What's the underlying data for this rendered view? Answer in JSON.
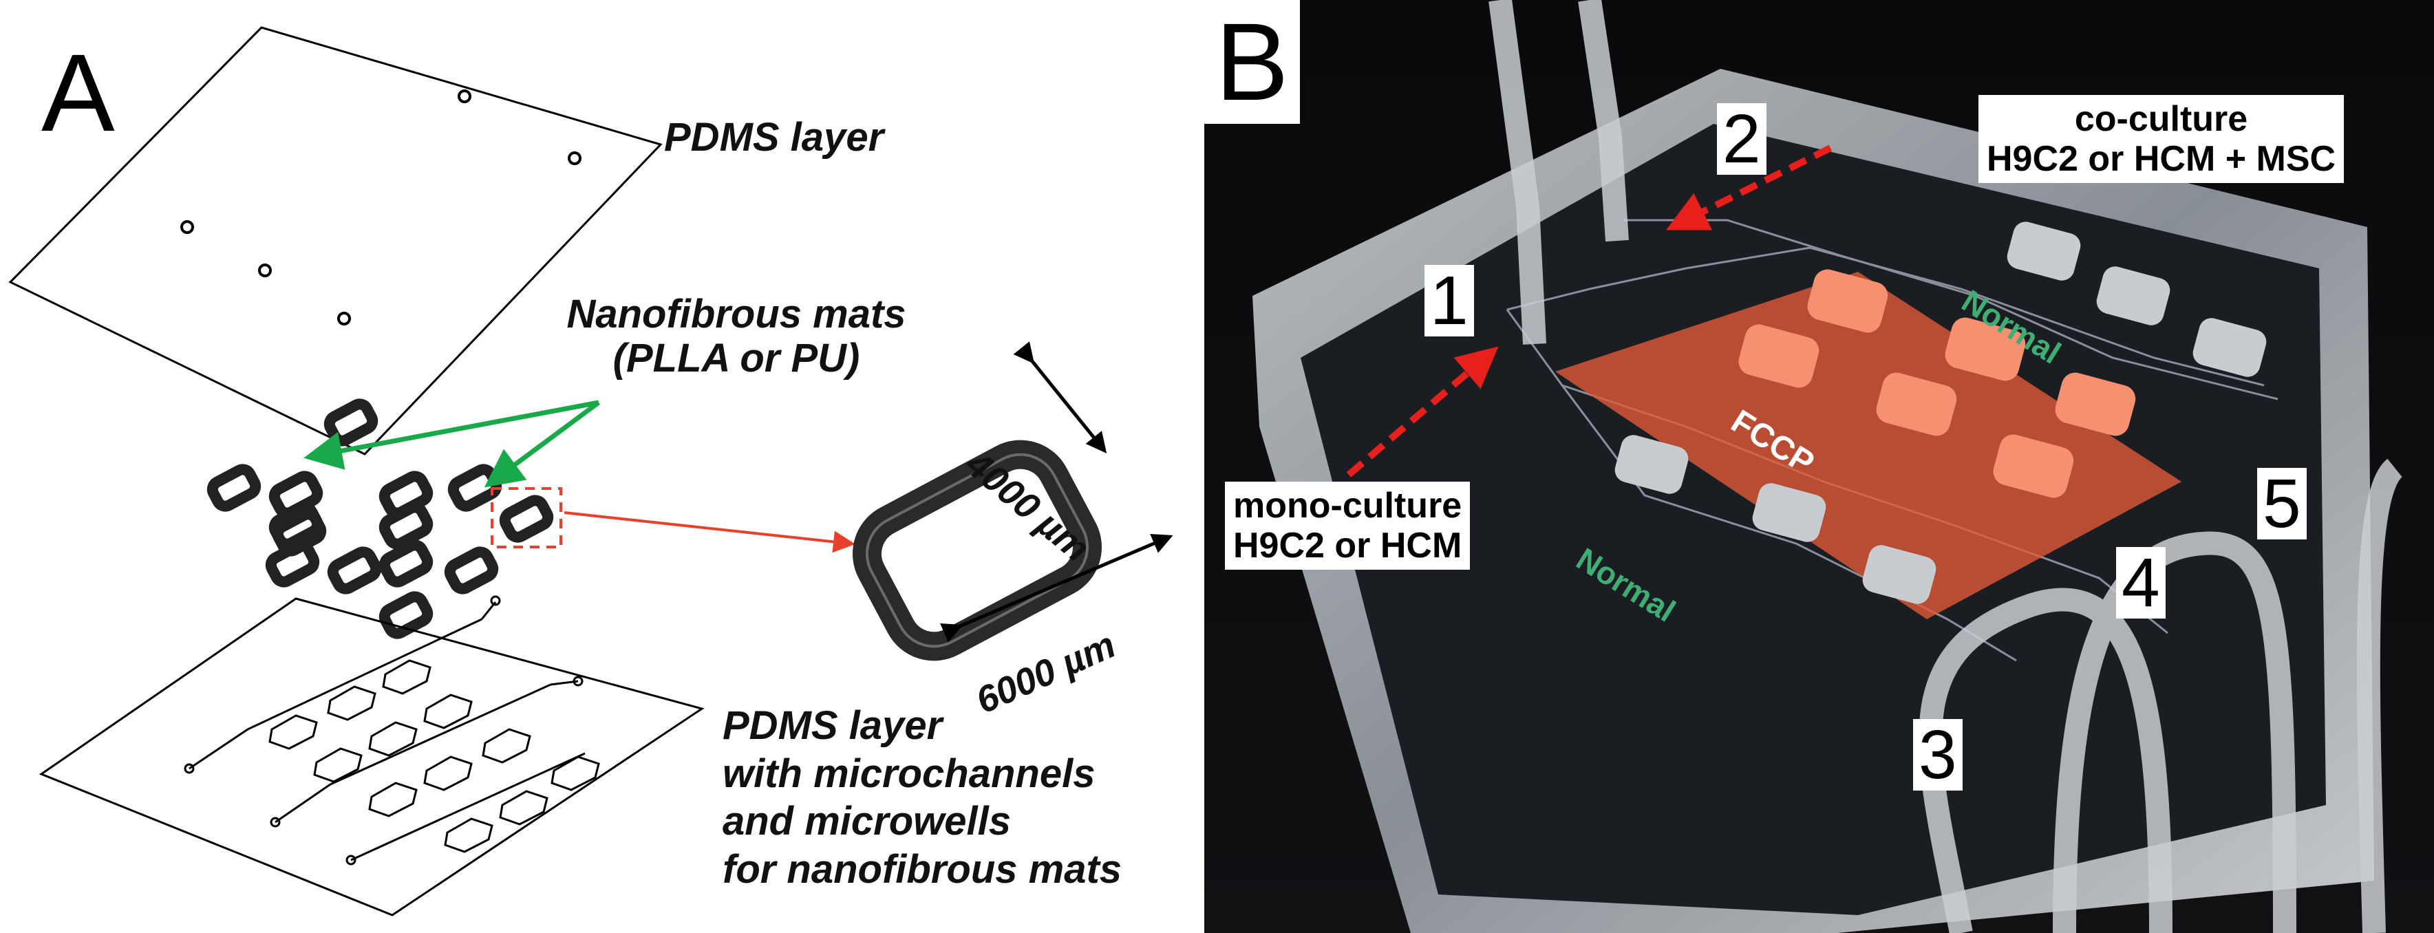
{
  "panel_a": {
    "letter": "A",
    "top_layer_label": "PDMS layer",
    "mats_label_line1": "Nanofibrous mats",
    "mats_label_line2": "(PLLA or PU)",
    "dim_width": "4000 µm",
    "dim_length": "6000 µm",
    "bottom_layer_line1": "PDMS layer",
    "bottom_layer_line2": "with microchannels",
    "bottom_layer_line3": "and microwells",
    "bottom_layer_line4": "for nanofibrous mats",
    "colors": {
      "arrow_green": "#19a94a",
      "arrow_red": "#e8402a",
      "highlight_box": "#e8402a"
    }
  },
  "panel_b": {
    "letter": "B",
    "coculture_line1": "co-culture",
    "coculture_line2": "H9C2 or HCM + MSC",
    "monoculture_line1": "mono-culture",
    "monoculture_line2": "H9C2 or HCM",
    "port_labels": [
      "1",
      "2",
      "3",
      "4",
      "5"
    ],
    "zone_normal_top": "Normal",
    "zone_normal_bottom": "Normal",
    "zone_treatment": "FCCP",
    "colors": {
      "normal_text": "#3fae73",
      "fccp_zone": "#e05a3a",
      "pointer_arrow": "#e8201c"
    }
  }
}
